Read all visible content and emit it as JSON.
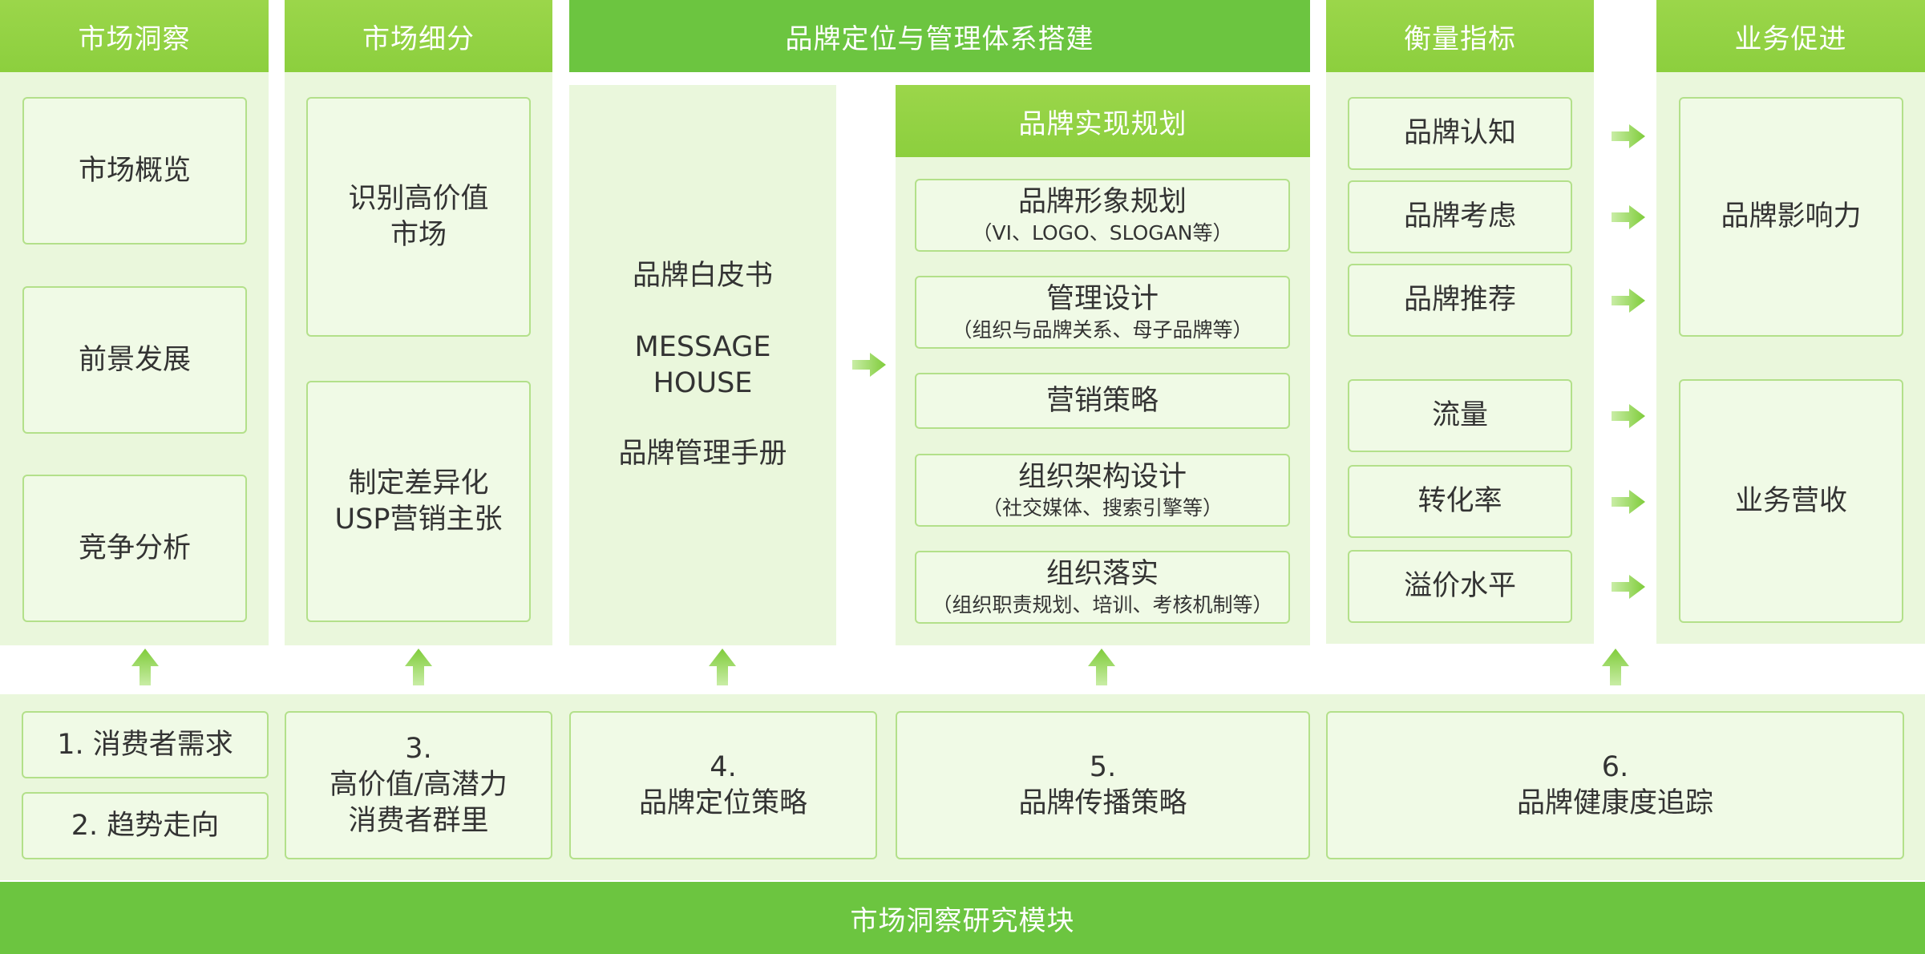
{
  "columns": {
    "market_insight": {
      "header": "市场洞察",
      "items": [
        "市场概览",
        "前景发展",
        "竞争分析"
      ]
    },
    "market_segment": {
      "header": "市场细分",
      "items": [
        [
          "识别高价值",
          "市场"
        ],
        [
          "制定差异化",
          "USP营销主张"
        ]
      ]
    },
    "brand_system": {
      "header": "品牌定位与管理体系搭建",
      "left_items": [
        "品牌白皮书",
        "MESSAGE",
        "HOUSE",
        "品牌管理手册"
      ],
      "plan": {
        "header": "品牌实现规划",
        "items": [
          {
            "title": "品牌形象规划",
            "sub": "（VI、LOGO、SLOGAN等）"
          },
          {
            "title": "管理设计",
            "sub": "（组织与品牌关系、母子品牌等）"
          },
          {
            "title": "营销策略",
            "sub": ""
          },
          {
            "title": "组织架构设计",
            "sub": "（社交媒体、搜索引擎等）"
          },
          {
            "title": "组织落实",
            "sub": "（组织职责规划、培训、考核机制等）"
          }
        ]
      }
    },
    "metrics": {
      "header": "衡量指标",
      "items": [
        "品牌认知",
        "品牌考虑",
        "品牌推荐",
        "流量",
        "转化率",
        "溢价水平"
      ]
    },
    "business": {
      "header": "业务促进",
      "items": [
        "品牌影响力",
        "业务营收"
      ]
    }
  },
  "bottom": {
    "steps": {
      "s1": "1. 消费者需求",
      "s2": "2. 趋势走向",
      "s3": [
        "3.",
        "高价值/高潜力",
        "消费者群里"
      ],
      "s4": [
        "4.",
        "品牌定位策略"
      ],
      "s5": [
        "5.",
        "品牌传播策略"
      ],
      "s6": [
        "6.",
        "品牌健康度追踪"
      ]
    },
    "footer": "市场洞察研究模块"
  },
  "colors": {
    "header_light": "#9bd64a",
    "header_dark": "#6cc540",
    "panel": "#eaf7dc",
    "box_fill": "#f0fae6",
    "box_border": "#b3e08a",
    "arrow": "#7fcc3a"
  },
  "icons": {
    "up": "arrow-up-icon",
    "right": "arrow-right-icon"
  }
}
